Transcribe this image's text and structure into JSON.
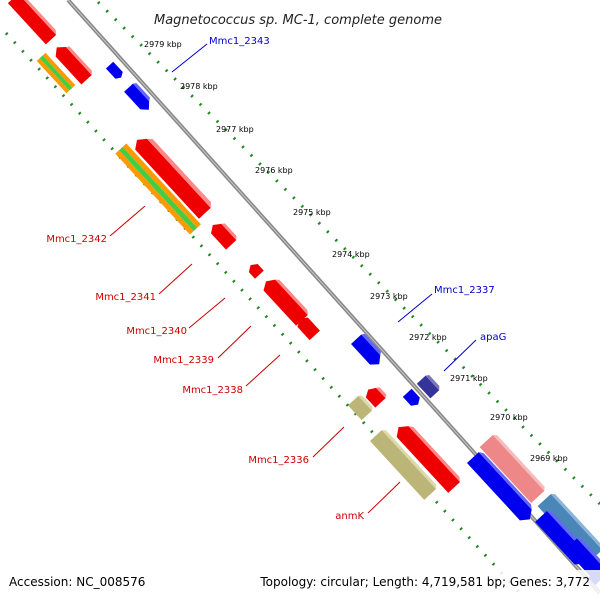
{
  "title": "Magnetococcus sp. MC-1, complete genome",
  "footer": {
    "accession": "Accession: NC_008576",
    "topology": "Topology: circular; Length: 4,719,581 bp; Genes: 3,772"
  },
  "ticks": [
    "2979 kbp",
    "2978 kbp",
    "2977 kbp",
    "2976 kbp",
    "2975 kbp",
    "2974 kbp",
    "2973 kbp",
    "2972 kbp",
    "2971 kbp",
    "2970 kbp",
    "2969 kbp"
  ],
  "gene_labels": {
    "Mmc1_2343": "Mmc1_2343",
    "Mmc1_2337": "Mmc1_2337",
    "apaG": "apaG",
    "Mmc1_2342": "Mmc1_2342",
    "Mmc1_2341": "Mmc1_2341",
    "Mmc1_2340": "Mmc1_2340",
    "Mmc1_2339": "Mmc1_2339",
    "Mmc1_2338": "Mmc1_2338",
    "Mmc1_2336": "Mmc1_2336",
    "anmK": "anmK"
  },
  "colors": {
    "forward_label": "#0000cc",
    "reverse_label": "#cc0000",
    "gene_blue": "#0000ee",
    "gene_red": "#ee0000",
    "gene_navy": "#333399",
    "gene_pink": "#ee8888",
    "gene_steel": "#4a86b8",
    "gene_olive": "#bbb577",
    "rna_green": "#44cc44",
    "rna_orange": "#ff9900",
    "backbone": "#888888",
    "dots": "#228822"
  }
}
